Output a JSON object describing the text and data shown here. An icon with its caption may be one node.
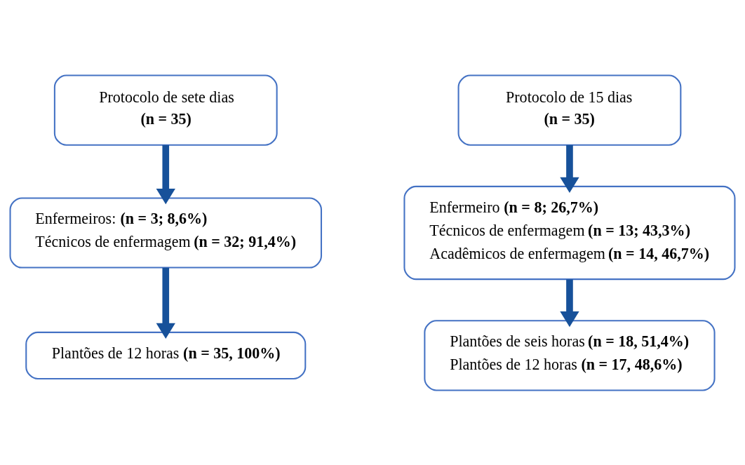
{
  "diagram": {
    "nodes": [
      {
        "text": [
          "Protocolo de sete dias",
          "(n = 35)"
        ]
      },
      {
        "text": [
          "Protocolo de 15 dias",
          "(n = 35)"
        ]
      },
      {
        "text": [
          "Enfermeiros: **(n = 3; 8,6%)**",
          "Técnicos de enfermagem **(n = 32; 91,4%)**"
        ]
      },
      {
        "text": [
          "Enfermeiro **(n = 8; 26,7%)**",
          "Técnicos de enfermagem **(n = 13; 43,3%)**",
          "Acadêmicos de enfermagem **(n = 14, 46,7%)**"
        ]
      },
      {
        "text": [
          "Plantões de 12 horas **(n = 35, 100%)**"
        ]
      },
      {
        "text": [
          "Plantões de seis horas **(n = 18, 51,4%)**",
          "Plantões de 12 horas **(n = 17, 48,6%)**"
        ]
      }
    ],
    "edges": [
      {
        "from": 0,
        "to": 2,
        "arrow": "to"
      },
      {
        "from": 2,
        "to": 4,
        "arrow": "to"
      },
      {
        "from": 1,
        "to": 3,
        "arrow": "to"
      },
      {
        "from": 3,
        "to": 5,
        "arrow": "to"
      }
    ]
  }
}
